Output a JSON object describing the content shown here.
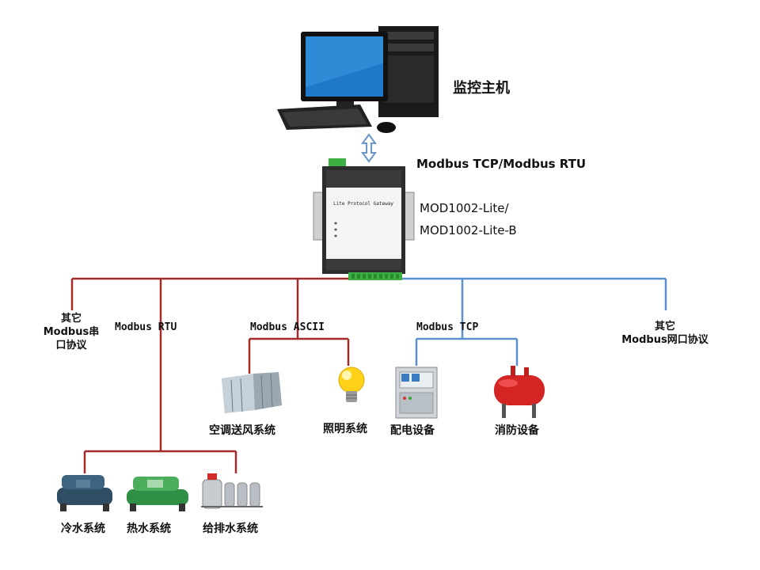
{
  "host_label": "监控主机",
  "gateway": {
    "protocol": "Modbus TCP/Modbus RTU",
    "model_line1": "MOD1002-Lite/",
    "model_line2": "MOD1002-Lite-B",
    "panel_text": "Lite Protocol Gateway"
  },
  "left_branch": {
    "other_serial": [
      "其它",
      "Modbus串",
      "口协议"
    ],
    "rtu_label": "Modbus  RTU",
    "ascii_label": "Modbus  ASCII"
  },
  "right_branch": {
    "tcp_label": "Modbus  TCP",
    "other_net": [
      "其它",
      "Modbus网口协议"
    ]
  },
  "devices": {
    "ac": "空调送风系统",
    "lighting": "照明系统",
    "power": "配电设备",
    "fire": "消防设备",
    "chiller": "冷水系统",
    "heater": "热水系统",
    "water": "给排水系统"
  },
  "colors": {
    "serial_line": "#a52a2a",
    "network_line": "#5b8fcf",
    "arrow": "#6b94c8"
  },
  "icons": [
    "desktop-computer-icon",
    "gateway-device-icon",
    "ac-unit-icon",
    "light-bulb-icon",
    "power-cabinet-icon",
    "fire-tank-icon",
    "chiller-icon",
    "heater-icon",
    "water-pump-icon"
  ]
}
